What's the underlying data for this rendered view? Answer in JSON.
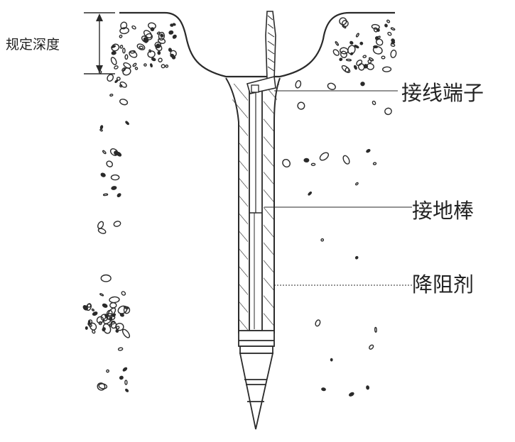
{
  "diagram": {
    "labels": {
      "depth": "规定深度",
      "terminal": "接线端子",
      "rod": "接地棒",
      "agent": "降阻剂"
    },
    "colors": {
      "line": "#2a2a2a",
      "background": "#ffffff"
    }
  }
}
